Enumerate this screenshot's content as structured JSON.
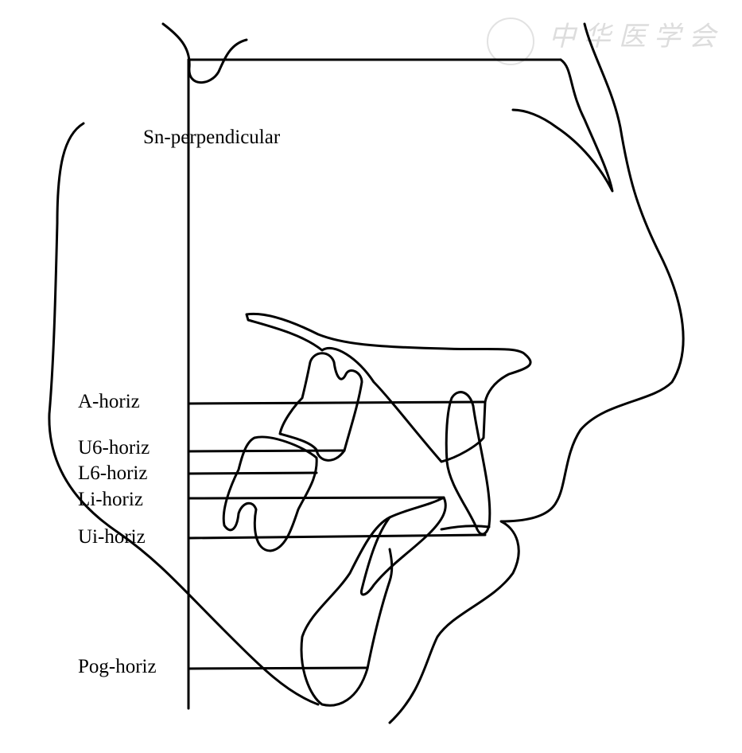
{
  "labels": {
    "sn_perpendicular": "Sn-perpendicular",
    "a_horiz": "A-horiz",
    "u6_horiz": "U6-horiz",
    "l6_horiz": "L6-horiz",
    "li_horiz": "Li-horiz",
    "ui_horiz": "Ui-horiz",
    "pog_horiz": "Pog-horiz"
  },
  "watermark": "中华医学会",
  "colors": {
    "line": "#000000",
    "watermark": "#dddddd"
  }
}
